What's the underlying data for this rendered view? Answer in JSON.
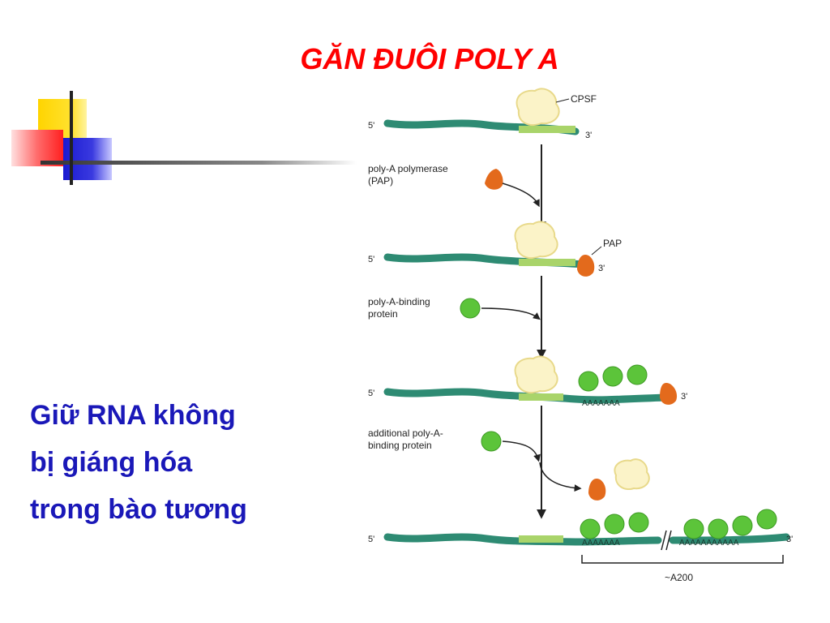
{
  "slide": {
    "title": "GĂN ĐUÔI POLY A",
    "body_lines": [
      "Giữ RNA không",
      "bị giáng hóa",
      "trong bào tương"
    ]
  },
  "diagram": {
    "cpsf_label": "CPSF",
    "pap_label": "PAP",
    "five_prime": "5'",
    "three_prime": "3'",
    "step1_label_line1": "poly-A polymerase",
    "step1_label_line2": "(PAP)",
    "step2_label_line1": "poly-A-binding",
    "step2_label_line2": "protein",
    "step3_label_line1": "additional poly-A-",
    "step3_label_line2": "binding protein",
    "polya_short": "AAAAAAA",
    "polya_left": "AAAAAAA",
    "polya_right": "AAAAAAAAAAA",
    "tail_length_label": "~A200"
  },
  "colors": {
    "title": "#ff0000",
    "body_text": "#1a18b8",
    "rna_strand": "#2e8b73",
    "rna_segment": "#a9d46a",
    "cpsf": "#fbf3c8",
    "pap": "#e36a1c",
    "pabp": "#5cc43a"
  }
}
